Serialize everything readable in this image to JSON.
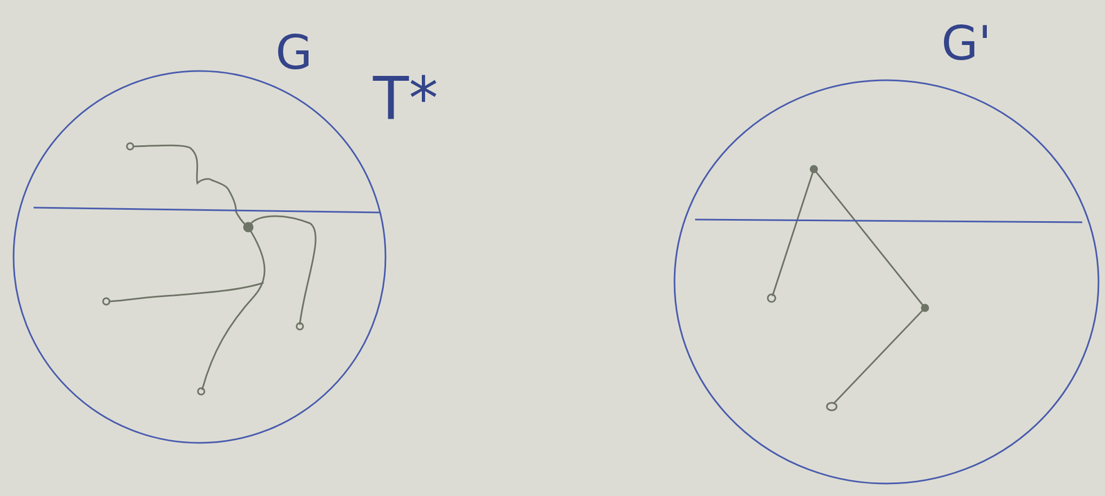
{
  "diagram": {
    "nodes": [
      {
        "text": [
          "G"
        ]
      },
      {
        "text": [
          "G'"
        ]
      }
    ],
    "labels": [
      "T*"
    ]
  }
}
